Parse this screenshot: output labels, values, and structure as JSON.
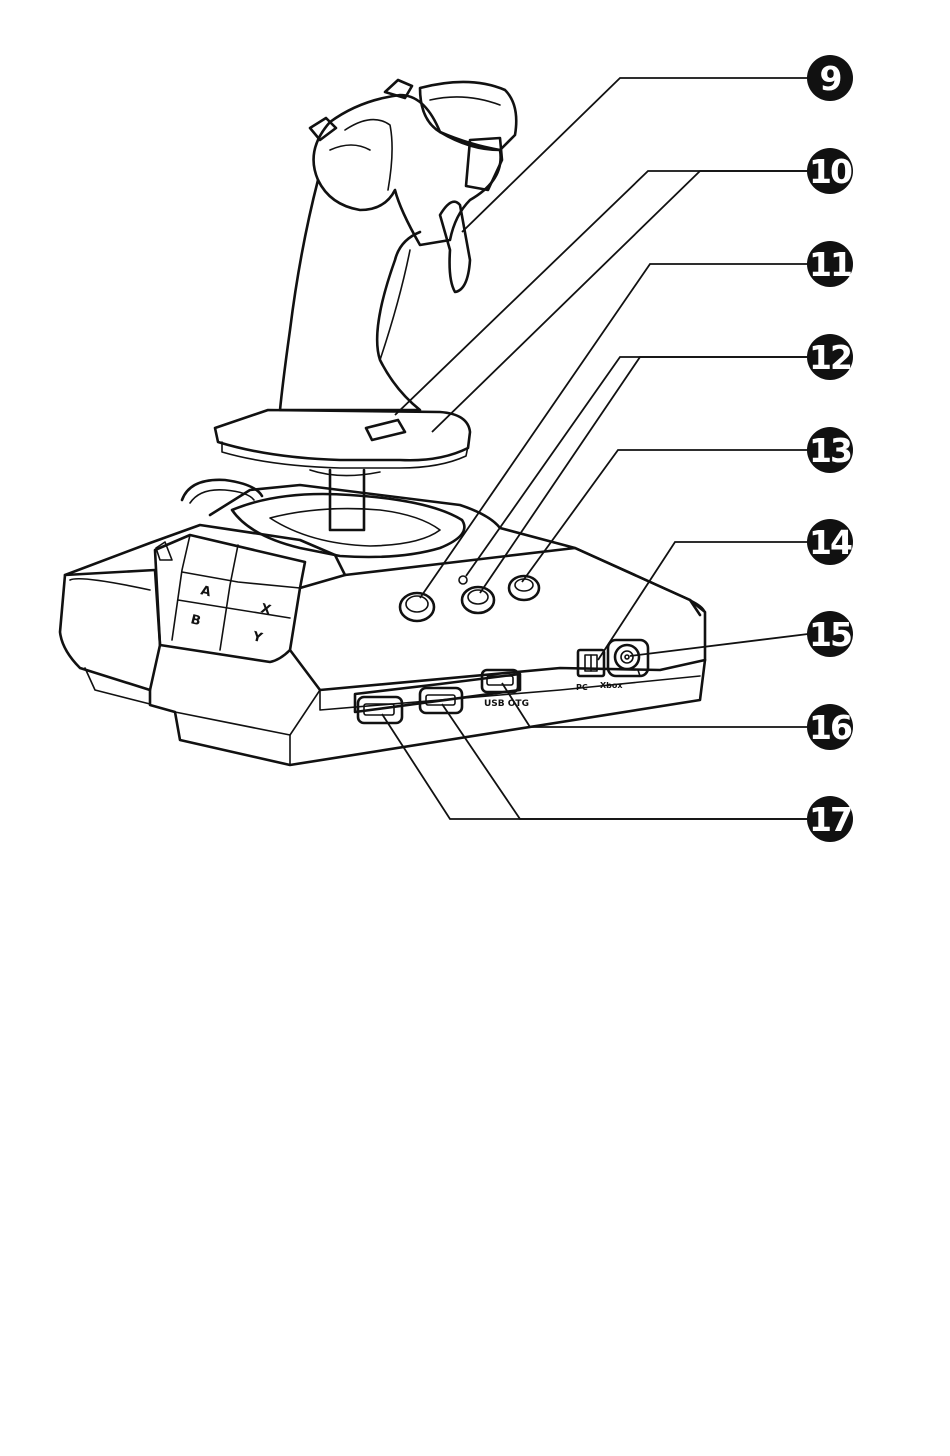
{
  "callouts": [
    {
      "id": "9",
      "label": "9"
    },
    {
      "id": "10",
      "label": "10"
    },
    {
      "id": "11",
      "label": "11"
    },
    {
      "id": "12",
      "label": "12"
    },
    {
      "id": "13",
      "label": "13"
    },
    {
      "id": "14",
      "label": "14"
    },
    {
      "id": "15",
      "label": "15"
    },
    {
      "id": "16",
      "label": "16"
    },
    {
      "id": "17",
      "label": "17"
    }
  ],
  "device_labels": {
    "button_a": "A",
    "button_b": "B",
    "button_x": "X",
    "button_y": "Y",
    "usb_port": "USB OTG",
    "switch_pc": "PC",
    "switch_xbox": "Xbox"
  },
  "colors": {
    "line": "#111111",
    "badge": "#111111",
    "badge_text": "#ffffff",
    "background": "#ffffff"
  }
}
